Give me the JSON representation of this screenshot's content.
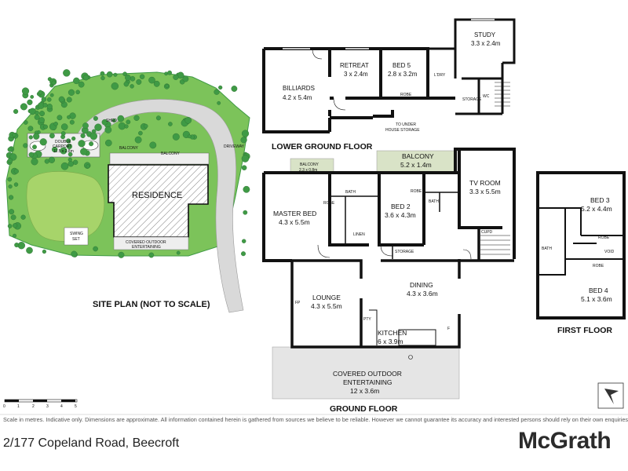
{
  "titles": {
    "lower_ground": "LOWER GROUND FLOOR",
    "ground": "GROUND FLOOR",
    "first": "FIRST FLOOR",
    "site_plan": "SITE PLAN (NOT TO SCALE)"
  },
  "lower_ground": {
    "billiards": {
      "name": "BILLIARDS",
      "dim": "4.2 x 5.4m"
    },
    "retreat": {
      "name": "RETREAT",
      "dim": "3 x 2.4m"
    },
    "bed5": {
      "name": "BED 5",
      "dim": "2.8 x 3.2m"
    },
    "study": {
      "name": "STUDY",
      "dim": "3.3 x 2.4m"
    },
    "ldry": "L'DRY",
    "robe": "ROBE",
    "storage": "STORAGE",
    "wc": "WC",
    "to_under": "TO UNDER",
    "house_storage": "HOUSE STORAGE"
  },
  "ground": {
    "balcony_small": {
      "name": "BALCONY",
      "dim": "2.3 x 0.8m"
    },
    "balcony": {
      "name": "BALCONY",
      "dim": "5.2 x 1.4m"
    },
    "master": {
      "name": "MASTER BED",
      "dim": "4.3 x 5.5m"
    },
    "bath": "BATH",
    "bath2": "BATH",
    "robe": "ROBE",
    "robe2": "ROBE",
    "linen": "LINEN",
    "bed2": {
      "name": "BED 2",
      "dim": "3.6 x 4.3m"
    },
    "tv": {
      "name": "TV ROOM",
      "dim": "3.3 x 5.5m"
    },
    "cupd": "CUPD",
    "storage": "STORAGE",
    "lounge": {
      "name": "LOUNGE",
      "dim": "4.3 x 5.5m"
    },
    "fp": "FP",
    "dining": {
      "name": "DINING",
      "dim": "4.3 x 3.6m"
    },
    "kitchen": {
      "name": "KITCHEN",
      "dim": "6 x 3.9m"
    },
    "pty": "PTY",
    "f": "F",
    "outdoor": {
      "line1": "COVERED OUTDOOR",
      "line2": "ENTERTAINING",
      "dim": "12 x 3.6m"
    }
  },
  "first": {
    "bed3": {
      "name": "BED 3",
      "dim": "5.2 x 4.4m"
    },
    "bed4": {
      "name": "BED 4",
      "dim": "5.1 x 3.6m"
    },
    "bath": "BATH",
    "robe": "ROBE",
    "robe2": "ROBE",
    "void": "VOID"
  },
  "site": {
    "shed": "SHED",
    "carport1": "DOUBLE",
    "carport2": "CARPORT",
    "carport_dim": "11.5 x 2.8m",
    "balcony": "BALCONY",
    "balcony2": "BALCONY",
    "driveway": "DRIVEWAY",
    "residence": "RESIDENCE",
    "swing1": "SWING",
    "swing2": "SET",
    "outdoor1": "COVERED OUTDOOR",
    "outdoor2": "ENTERTAINING"
  },
  "scale": {
    "ticks": [
      "0",
      "1",
      "2",
      "3",
      "4",
      "5"
    ]
  },
  "footer": {
    "disclaimer": "Scale in metres. Indicative only. Dimensions are approximate. All information contained herein is gathered from sources we believe to be reliable. However we cannot guarantee its accuracy and interested persons should rely on their own enquiries",
    "address": "2/177 Copeland Road, Beecroft",
    "brand_main": "McGrath"
  },
  "colors": {
    "wall": "#111111",
    "grass": "#7cc35a",
    "trees": "#3f9a45",
    "driveway": "#d9d9d9",
    "balcony": "#d9e3c7",
    "outdoor": "#e5e5e5"
  }
}
